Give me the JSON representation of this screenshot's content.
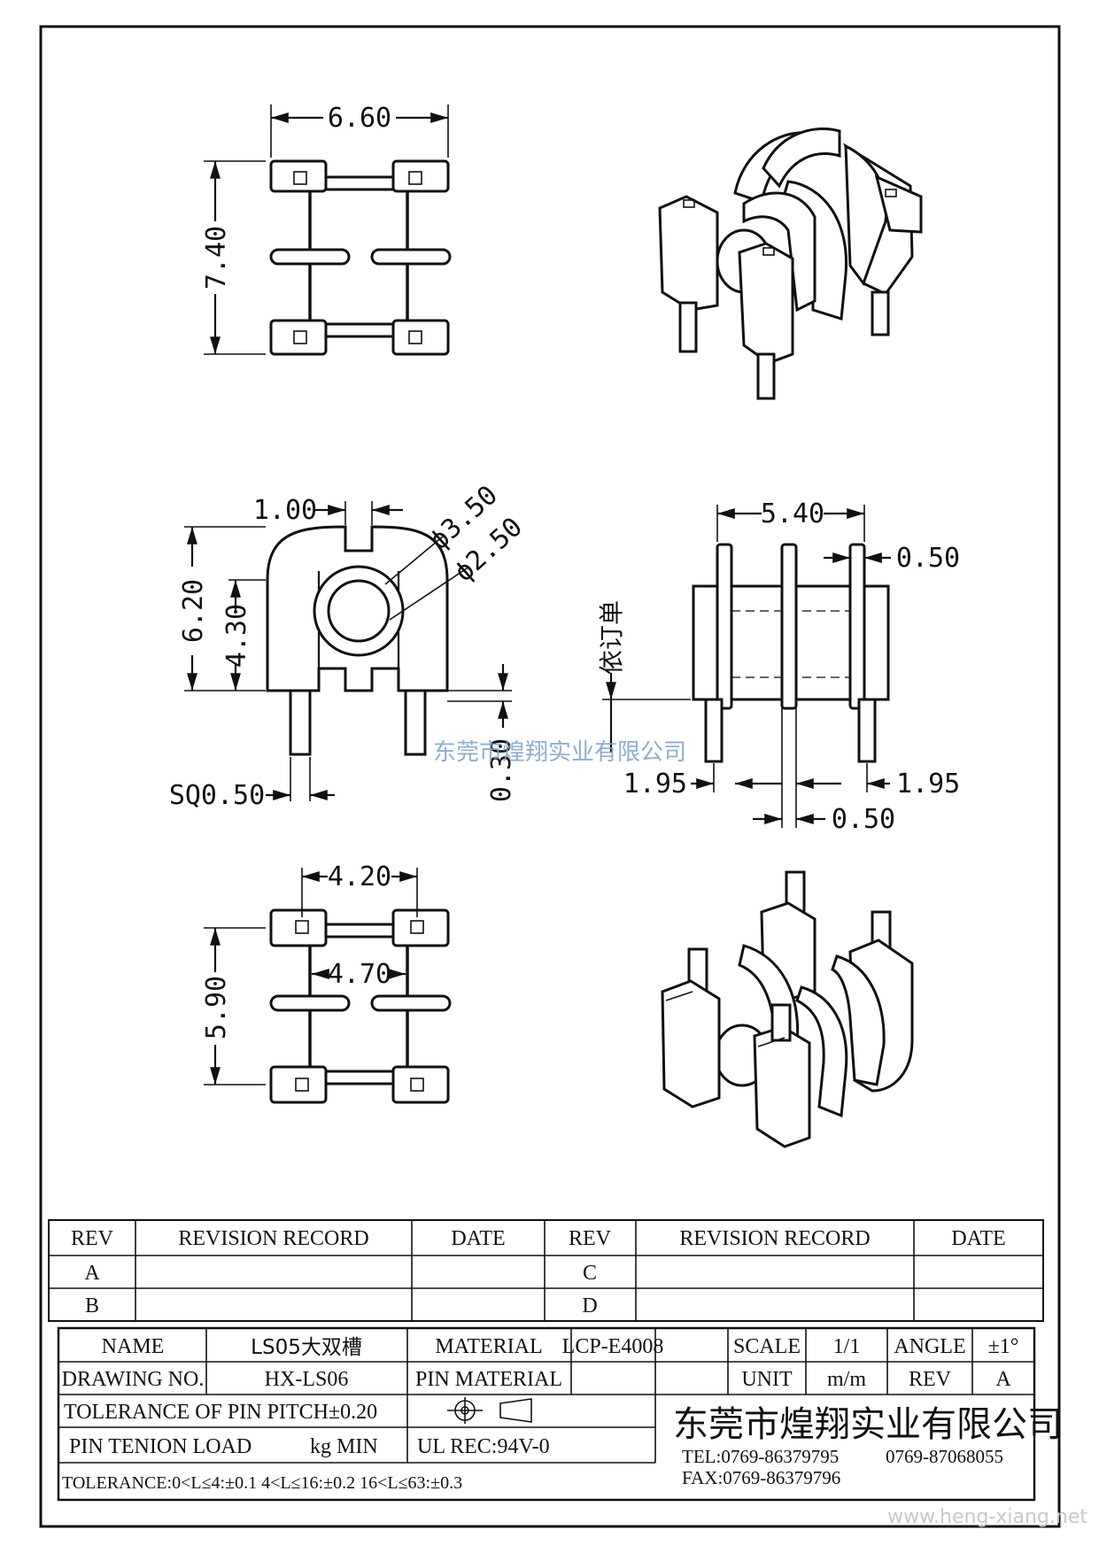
{
  "drawing": {
    "dims_top": {
      "width": "6.60",
      "height": "7.40"
    },
    "dims_side": {
      "slot": "1.00",
      "outer_dia": "ϕ3.50",
      "inner_dia": "ϕ2.50",
      "height_total": "6.20",
      "height_body": "4.30",
      "pin": "SQ0.50",
      "standoff": "0.30"
    },
    "dims_front": {
      "width": "5.40",
      "flange": "0.50",
      "pitch_left": "1.95",
      "pitch_right": "1.95",
      "pin_width": "0.50",
      "binding_note": "依订单"
    },
    "dims_bottom": {
      "pin_pitch_x": "4.20",
      "inner_pitch": "4.70",
      "pin_pitch_y": "5.90"
    },
    "watermark_center": "东莞市煌翔实业有限公司",
    "watermark_corner": "www.heng-xiang.net"
  },
  "revision_table": {
    "headers": [
      "REV",
      "REVISION RECORD",
      "DATE",
      "REV",
      "REVISION RECORD",
      "DATE"
    ],
    "rows": [
      [
        "A",
        "",
        "",
        "C",
        "",
        ""
      ],
      [
        "B",
        "",
        "",
        "D",
        "",
        ""
      ]
    ]
  },
  "title_block": {
    "name_label": "NAME",
    "name_value": "LS05大双槽",
    "material_label": "MATERIAL",
    "material_value": "LCP-E4008",
    "scale_label": "SCALE",
    "scale_value": "1/1",
    "angle_label": "ANGLE",
    "angle_value": "±1°",
    "drawing_no_label": "DRAWING NO.",
    "drawing_no_value": "HX-LS06",
    "pin_material_label": "PIN MATERIAL",
    "unit_label": "UNIT",
    "unit_value": "m/m",
    "rev_label": "REV",
    "rev_value": "A",
    "tolerance_pitch": "TOLERANCE OF PIN PITCH±0.20",
    "pin_tension": "PIN TENION LOAD",
    "pin_tension_unit": "kg MIN",
    "ul_rec": "UL REC:94V-0",
    "company": "东莞市煌翔实业有限公司",
    "tel": "TEL:0769-86379795",
    "tel2": "0769-87068055",
    "fax": "FAX:0769-86379796",
    "tolerance_general": "TOLERANCE:0<L≤4:±0.1  4<L≤16:±0.2  16<L≤63:±0.3"
  }
}
